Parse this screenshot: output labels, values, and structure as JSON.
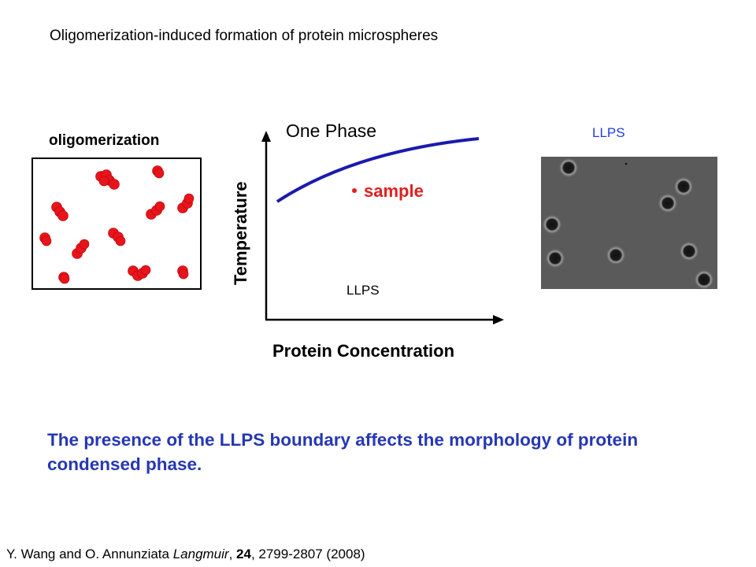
{
  "slide": {
    "title": "Oligomerization-induced  formation of protein microspheres",
    "oligomer_label": "oligomerization",
    "micrograph_label": "LLPS",
    "conclusion": "The presence of the LLPS boundary affects the morphology of protein condensed phase.",
    "citation": {
      "authors": "Y. Wang and O. Annunziata ",
      "journal": "Langmuir",
      "sep1": ", ",
      "volume": "24",
      "pages": ", 2799-2807 (2008)"
    }
  },
  "diagram": {
    "x_axis_label": "Protein Concentration",
    "y_axis_label": "Temperature",
    "region_top": "One Phase",
    "region_bottom": "LLPS",
    "sample_label": "sample",
    "boundary_color": "#1a1ab0",
    "sample_color": "#e02020"
  },
  "colors": {
    "oligomer": "#e8141c",
    "conclusion_text": "#2637b3",
    "llps_label": "#1f3fe0"
  }
}
